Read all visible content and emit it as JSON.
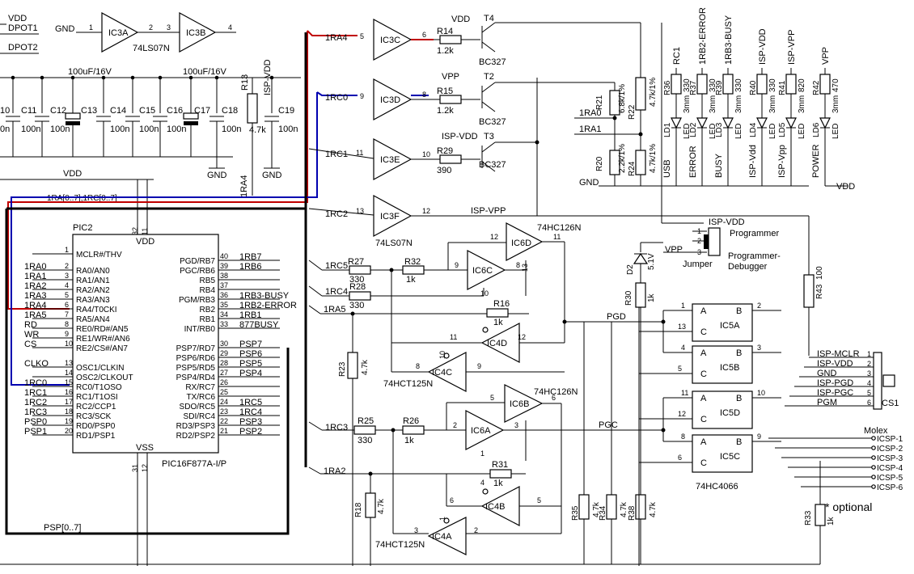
{
  "labels": {
    "vdd": "VDD",
    "gnd": "GND",
    "vpp": "VPP",
    "isp_vdd": "ISP-VDD",
    "isp_vpp": "ISP-VPP",
    "dpot1": "DPOT1",
    "dpot2": "DPOT2",
    "ls07": "74LS07N",
    "cap_big": "100uF/16V",
    "n100": "100n",
    "k47": "4.7k",
    "k1": "1k",
    "ra4_tag": "1RA4",
    "ra4_bus": "1RA[0..7],1RC[0..7]",
    "psp_bus": "PSP[0..7]",
    "optional": "* optional",
    "molex": "Molex",
    "cs1": "CS1",
    "jumper": "Jumper",
    "programmer": "Programmer",
    "prog_dbg1": "Programmer-",
    "prog_dbg2": "Debugger",
    "pgd": "PGD",
    "pgc": "PGC",
    "hc4066": "74HC4066",
    "hc126": "74HC126N",
    "hct125": "74HCT125N",
    "bc327": "BC327",
    "d2": "D2",
    "z51": "5.1V"
  },
  "ic3": {
    "ic3a": "IC3A",
    "ic3b": "IC3B",
    "ic3c": "IC3C",
    "ic3d": "IC3D",
    "ic3e": "IC3E",
    "ic3f": "IC3F",
    "p1": "1",
    "p2": "2",
    "p3": "3",
    "p4": "4",
    "p5": "5",
    "p6": "6",
    "p9": "9",
    "p8": "8",
    "p11": "11",
    "p10": "10",
    "p13": "13",
    "p12": "12"
  },
  "caps": {
    "c10": "10",
    "c11": "C11",
    "c12": "C12",
    "c13": "C13",
    "c14": "C14",
    "c15": "C15",
    "c16": "C16",
    "c17": "C17",
    "c18": "C18",
    "c19": "C19",
    "r13": "R13",
    "ten_n": "0n"
  },
  "drivers": {
    "r14": "R14",
    "r14v": "1.2k",
    "r15": "R15",
    "r15v": "1.2k",
    "r29": "R29",
    "r29v": "390",
    "t4": "T4",
    "t2": "T2",
    "t3": "T3",
    "ra4": "1RA4",
    "rc0": "1RC0",
    "rc1": "1RC1",
    "rc2": "1RC2"
  },
  "pic": {
    "name": "PIC2",
    "part": "PIC16F877A-I/P",
    "vdd": "VDD",
    "vss": "VSS",
    "left_pins": [
      {
        "n": "1",
        "name": "MCLR#/THV"
      },
      {
        "n": "2",
        "name": "RA0/AN0"
      },
      {
        "n": "3",
        "name": "RA1/AN1"
      },
      {
        "n": "4",
        "name": "RA2/AN2"
      },
      {
        "n": "5",
        "name": "RA3/AN3"
      },
      {
        "n": "6",
        "name": "RA4/T0CKI"
      },
      {
        "n": "7",
        "name": "RA5/AN4"
      },
      {
        "n": "8",
        "name": "RE0/RD#/AN5"
      },
      {
        "n": "9",
        "name": "RE1/WR#/AN6"
      },
      {
        "n": "10",
        "name": "RE2/CS#/AN7"
      },
      {
        "n": "13",
        "name": "OSC1/CLKIN"
      },
      {
        "n": "14",
        "name": "OSC2/CLKOUT"
      },
      {
        "n": "15",
        "name": "RC0/T1OSO"
      },
      {
        "n": "16",
        "name": "RC1/T1OSI"
      },
      {
        "n": "17",
        "name": "RC2/CCP1"
      },
      {
        "n": "18",
        "name": "RC3/SCK"
      },
      {
        "n": "19",
        "name": "RD0/PSP0"
      },
      {
        "n": "20",
        "name": "RD1/PSP1"
      }
    ],
    "left_nets": [
      "1RA0",
      "1RA1",
      "1RA2",
      "1RA3",
      "1RA4",
      "1RA5",
      "RD",
      "WR",
      "CS",
      "CLKO",
      "1RC0",
      "1RC1",
      "1RC2",
      "1RC3",
      "PSP0",
      "PSP1"
    ],
    "right_pins": [
      {
        "n": "40",
        "name": "PGD/RB7"
      },
      {
        "n": "39",
        "name": "PGC/RB6"
      },
      {
        "n": "38",
        "name": "RB5"
      },
      {
        "n": "37",
        "name": "RB4"
      },
      {
        "n": "36",
        "name": "PGM/RB3"
      },
      {
        "n": "35",
        "name": "RB2"
      },
      {
        "n": "34",
        "name": "RB1"
      },
      {
        "n": "33",
        "name": "INT/RB0"
      },
      {
        "n": "30",
        "name": "PSP7/RD7"
      },
      {
        "n": "29",
        "name": "PSP6/RD6"
      },
      {
        "n": "28",
        "name": "PSP5/RD5"
      },
      {
        "n": "27",
        "name": "PSP4/RD4"
      },
      {
        "n": "26",
        "name": "RX/RC7"
      },
      {
        "n": "25",
        "name": "TX/RC6"
      },
      {
        "n": "24",
        "name": "SDO/RC5"
      },
      {
        "n": "23",
        "name": "SDI/RC4"
      },
      {
        "n": "22",
        "name": "RD3/PSP3"
      },
      {
        "n": "21",
        "name": "RD2/PSP2"
      }
    ],
    "right_nets": [
      "1RB7",
      "1RB6",
      "1RB3-BUSY",
      "1RB2-ERROR",
      "1RB1",
      "877BUSY",
      "PSP7",
      "PSP6",
      "PSP5",
      "PSP4",
      "1RC5",
      "1RC4",
      "PSP3",
      "PSP2"
    ],
    "top_pins": [
      "32",
      "11"
    ],
    "bottom_pins": [
      "31",
      "12"
    ]
  },
  "leds": {
    "resistors": [
      {
        "name": "RC1",
        "ref": "R36",
        "val": "330",
        "led": "LD1",
        "size": "3mm",
        "label": "USB"
      },
      {
        "name": "1RB2-ERROR",
        "ref": "R37",
        "val": "330",
        "led": "LD2",
        "size": "3mm",
        "label": "ERROR"
      },
      {
        "name": "1RB3-BUSY",
        "ref": "R39",
        "val": "330",
        "led": "LD3",
        "size": "3mm",
        "label": "BUSY"
      },
      {
        "name": "ISP-VDD",
        "ref": "R40",
        "val": "330",
        "led": "LD4",
        "size": "3mm",
        "label": "ISP-Vdd"
      },
      {
        "name": "ISP-VPP",
        "ref": "R41",
        "val": "820",
        "led": "LD5",
        "size": "3mm",
        "label": "ISP-Vpp"
      },
      {
        "name": "VPP",
        "ref": "R42",
        "val": "470",
        "led": "LD6",
        "size": "3mm",
        "label": "POWER"
      }
    ],
    "led_word": "LED"
  },
  "divider": {
    "r21": "R21",
    "r21v": "6.8k/1%",
    "r22": "R22",
    "r22v": "4.7k/1%",
    "r20": "R20",
    "r20v": "2.2k/1%",
    "r24": "R24",
    "r24v": "4.7k/1%",
    "ra0": "1RA0",
    "ra1": "1RA1"
  },
  "pgd_section": {
    "ic6d": "IC6D",
    "ic6c": "IC6C",
    "ic4d": "IC4D",
    "ic4c": "IC4C",
    "r27": "R27",
    "r27v": "330",
    "r32": "R32",
    "r28": "R28",
    "r28v": "330",
    "r16": "R16",
    "r23": "R23",
    "rc5": "1RC5",
    "rc4": "1RC4",
    "ra5": "1RA5",
    "pins": [
      "12",
      "11",
      "9",
      "8",
      "13",
      "10",
      "11",
      "12",
      "10",
      "8",
      "9"
    ]
  },
  "pgc_section": {
    "ic6b": "IC6B",
    "ic6a": "IC6A",
    "ic4b": "IC4B",
    "ic4a": "IC4A",
    "r25": "R25",
    "r25v": "330",
    "r26": "R26",
    "r31": "R31",
    "r18": "R18",
    "rc3": "1RC3",
    "ra2": "1RA2",
    "pins": [
      "5",
      "6",
      "2",
      "3",
      "1",
      "4",
      "6",
      "5",
      "1",
      "3",
      "2"
    ]
  },
  "switches": [
    {
      "ref": "IC5A",
      "p_a": "1",
      "p_b": "2",
      "p_c": "13"
    },
    {
      "ref": "IC5B",
      "p_a": "4",
      "p_b": "3",
      "p_c": "5"
    },
    {
      "ref": "IC5D",
      "p_a": "11",
      "p_b": "10",
      "p_c": "12"
    },
    {
      "ref": "IC5C",
      "p_a": "8",
      "p_b": "9",
      "p_c": "6"
    }
  ],
  "bottom_res": [
    {
      "ref": "R35",
      "val": "4.7k"
    },
    {
      "ref": "R34",
      "val": "4.7k"
    },
    {
      "ref": "R38",
      "val": "4.7k"
    }
  ],
  "misc": {
    "r30": "R30",
    "r43": "R43",
    "r43v": "100",
    "r33": "R33",
    "isp_vdd2": "ISP-VDD",
    "vpp2": "VPP"
  },
  "connector": {
    "pins": [
      {
        "n": "1",
        "name": "ISP-MCLR"
      },
      {
        "n": "2",
        "name": "ISP-VDD"
      },
      {
        "n": "3",
        "name": "GND"
      },
      {
        "n": "4",
        "name": "ISP-PGD"
      },
      {
        "n": "5",
        "name": "ISP-PGC"
      },
      {
        "n": "6",
        "name": "PGM"
      }
    ]
  },
  "icsp": [
    "ICSP-1",
    "ICSP-2",
    "ICSP-3",
    "ICSP-4",
    "ICSP-5",
    "ICSP-6"
  ],
  "jumper_pins": [
    "1",
    "2",
    "3"
  ]
}
